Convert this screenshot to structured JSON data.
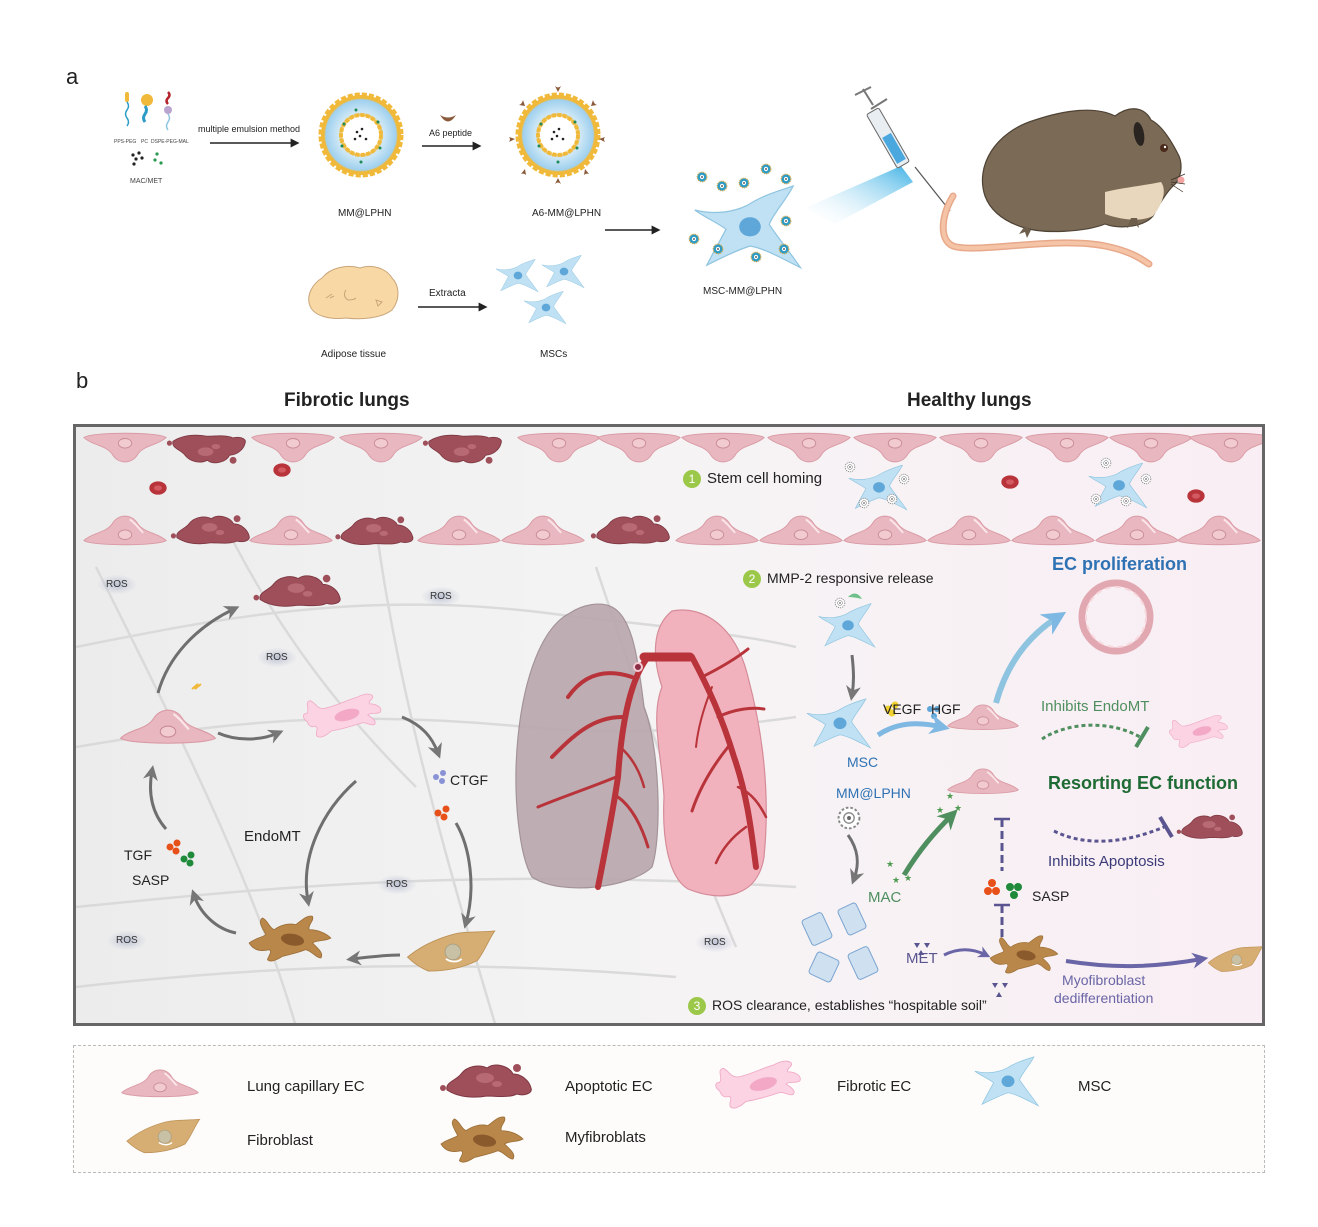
{
  "panel_a": {
    "letter": "a",
    "components": {
      "pps_peg": "PPS-PEG",
      "pc": "PC",
      "dspe_peg_mal": "DSPE-PEG-MAL",
      "drugs": "MAC/MET"
    },
    "step1_label": "multiple emulsion method",
    "particle1_label": "MM@LPHN",
    "step2_label": "A6 peptide",
    "particle2_label": "A6-MM@LPHN",
    "tissue_label": "Adipose tissue",
    "extract_label": "Extracta",
    "mscs_label": "MSCs",
    "loaded_cell_label": "MSC-MM@LPHN"
  },
  "panel_b": {
    "letter": "b",
    "left_title": "Fibrotic lungs",
    "right_title": "Healthy lungs",
    "ros_label": "ROS",
    "cycle": {
      "ctgf": "CTGF",
      "endomt": "EndoMT",
      "tgf": "TGF",
      "sasp": "SASP"
    },
    "steps": [
      {
        "number": "1",
        "label": "Stem cell homing"
      },
      {
        "number": "2",
        "label": "MMP-2 responsive release"
      },
      {
        "number": "3",
        "label": "ROS clearance, establishes “hospitable soil”"
      }
    ],
    "right": {
      "ec_proliferation": "EC proliferation",
      "vegf": "VEGF",
      "hgf": "HGF",
      "msc": "MSC",
      "inhibits_endomt": "Inhibits EndoMT",
      "restoring_ec": "Resorting EC function",
      "mm_lphn": "MM@LPHN",
      "inhibits_apoptosis": "Inhibits Apoptosis",
      "mac": "MAC",
      "sasp": "SASP",
      "met": "MET",
      "dediff_line1": "Myofibroblast",
      "dediff_line2": "dedifferentiation"
    }
  },
  "legend": {
    "items": [
      {
        "label": "Lung capillary EC",
        "icon": "lung-capillary-ec-icon"
      },
      {
        "label": "Apoptotic EC",
        "icon": "apoptotic-ec-icon"
      },
      {
        "label": "Fibrotic EC",
        "icon": "fibrotic-ec-icon"
      },
      {
        "label": "MSC",
        "icon": "msc-icon"
      },
      {
        "label": "Fibroblast",
        "icon": "fibroblast-icon"
      },
      {
        "label": "Myfibroblats",
        "icon": "myofibroblast-icon"
      }
    ]
  },
  "colors": {
    "ec_pink": "#e8b4bc",
    "apoptotic": "#9e4f5a",
    "fibrotic_ec": "#f8cfe0",
    "msc_blue": "#bfe1f3",
    "fibroblast": "#d6ad72",
    "myofibroblast": "#b9874a",
    "blood_red": "#b8343a",
    "blue_accent": "#2f72b4",
    "green_accent": "#1f6b35",
    "purple_accent": "#3b3a78",
    "step_green": "#9cc84a"
  }
}
